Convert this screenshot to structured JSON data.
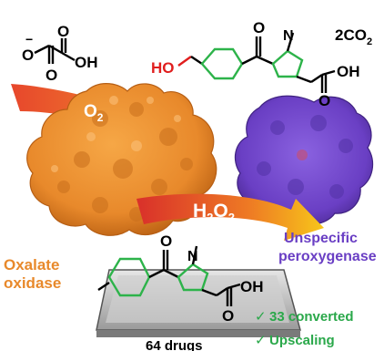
{
  "colors": {
    "oxalate_oxidase": "#E8892B",
    "peroxygenase": "#6A3FC4",
    "converted": "#2AA84A",
    "hydroxyl": "#E01E1E",
    "benzene_ring": "#2DB34A",
    "pyrrole_ring": "#2DB34A",
    "arrow_start": "#E03A2A",
    "arrow_end": "#F6C21A"
  },
  "reagents": {
    "oxalate_o_minus": "O",
    "oxalate_minus": "−",
    "oxalate_o_top": "O",
    "oxalate_oh": "OH",
    "oxalate_o_bottom": "O",
    "o2": "O",
    "o2_sub": "2",
    "h2o2_h": "H",
    "h2o2_sub1": "2",
    "h2o2_o": "O",
    "h2o2_sub2": "2",
    "co2": "2CO",
    "co2_sub": "2"
  },
  "product": {
    "ho": "HO",
    "carbonyl_o": "O",
    "n": "N",
    "acid_o": "O",
    "acid_oh": "OH"
  },
  "substrate": {
    "carbonyl_o": "O",
    "n": "N",
    "acid_o": "O",
    "acid_oh": "OH"
  },
  "enzymes": {
    "oxidase_line1": "Oxalate",
    "oxidase_line2": "oxidase",
    "peroxygenase_line1": "Unspecific",
    "peroxygenase_line2": "peroxygenase"
  },
  "plate": {
    "caption": "64 drugs"
  },
  "results": [
    {
      "check": "✓",
      "text": "33 converted"
    },
    {
      "check": "✓",
      "text": "Upscaling"
    }
  ]
}
